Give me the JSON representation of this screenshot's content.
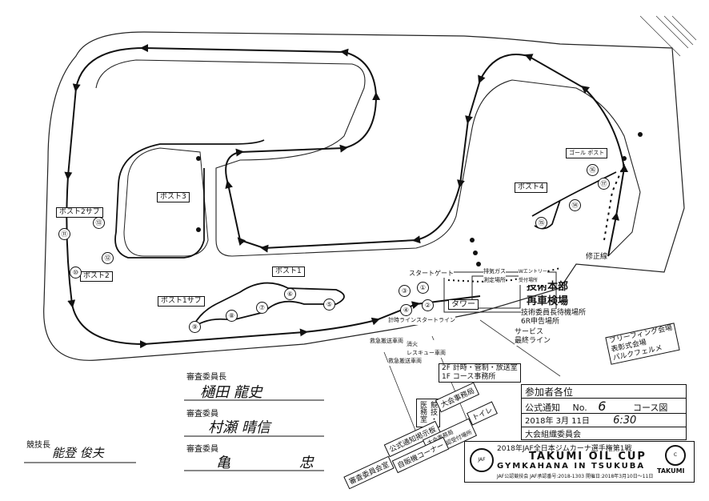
{
  "map": {
    "posts": [
      {
        "id": "post-2-sub",
        "label": "ポスト2サブ"
      },
      {
        "id": "post-3",
        "label": "ポスト3"
      },
      {
        "id": "post-2",
        "label": "ポスト2"
      },
      {
        "id": "post-1",
        "label": "ポスト1"
      },
      {
        "id": "post-1-sub",
        "label": "ポスト1サブ"
      },
      {
        "id": "post-4",
        "label": "ポスト4"
      }
    ],
    "goal_label": "ゴール ポスト",
    "start_gate": "スタートゲート",
    "tech_hq": "技術本部",
    "reinspection": "再車検場",
    "tower": "タワー",
    "exhaust_gas": "排気ガス\n測定場所",
    "w_entry": "Wエントリー\n受付場所",
    "waiting_area": "技術委員長待機場所",
    "appeal_area": "6R申告場所",
    "service_line": "サービス\n最終ライン",
    "timing_line": "計時ライン",
    "start_line": "スタートライン",
    "ambulance": "救急搬送車両",
    "fire_rescue": "消火\nレスキュー車両",
    "ambulance2": "救急搬送車両",
    "briefing": "ブリーフィング会場\n表彰式会場\nパルクフェルメ",
    "correction_line": "修正線",
    "control_room": "2F 計時・管制・放送室\n1F コース事務所",
    "numbers": [
      "①",
      "②",
      "③",
      "④",
      "⑤",
      "⑥",
      "⑦",
      "⑧",
      "⑨",
      "⑩",
      "⑪",
      "⑫",
      "⑬",
      "⑭",
      "⑮",
      "⑯",
      "⑰"
    ]
  },
  "officials": {
    "chief_steward_label": "審査委員長",
    "chief_steward_name": "樋田 龍史",
    "steward_label": "審査委員",
    "steward_name": "村瀬 晴信",
    "steward2_label": "審査委員",
    "steward2_name": "亀 忠",
    "clerk_label": "競技長",
    "clerk_name": "能登 俊夫"
  },
  "notice": {
    "audience": "参加者各位",
    "bulletin": "公式通知",
    "no_label": "No.",
    "no_value": "6",
    "doc_type": "コース図",
    "date": "2018年 3月 11日",
    "time": "6:30",
    "committee": "大会組織委員会"
  },
  "footer": {
    "event": "2018年JAF全日本ジムカーナ選手権第1戦",
    "title": "TAKUMI OIL CUP",
    "subtitle": "GYMKAHANA IN TSUKUBA",
    "small": "JAF公認競技会 JAF承認番号:2018-1303  開催日:2018年3月10日～11日",
    "brand": "TAKUMI"
  },
  "paddock": {
    "items": [
      "競技・医務室",
      "大会事務局",
      "トイレ",
      "公式通知掲示板",
      "大会事務局\n参加確認受付場所",
      "自販機コーナー",
      "審査委員会室"
    ]
  }
}
